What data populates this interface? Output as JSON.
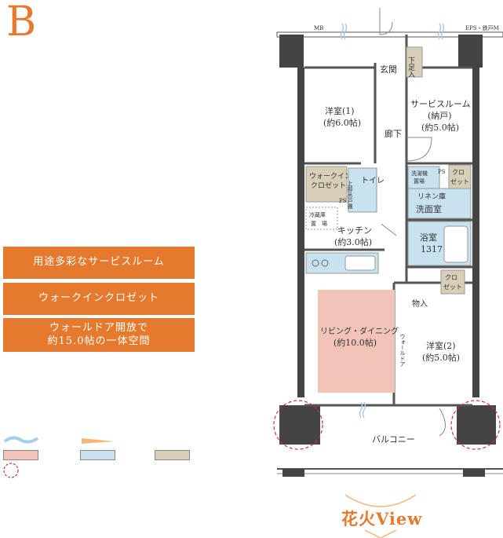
{
  "type_letter": "B",
  "features": [
    "用途多彩なサービスルーム",
    "ウォークインクロゼット",
    "ウォールドア開放で\n約15.0帖の一体空間"
  ],
  "colors": {
    "accent": "#e57a2e",
    "living_pink": "#f2c4b8",
    "water_blue": "#c9e2ef",
    "closet_beige": "#d8cfb9"
  },
  "plan": {
    "mb": "MB",
    "eps": "EPS・鉄戸M",
    "genkan": "玄関",
    "shoes": "下足入",
    "room1": "洋室(1)",
    "room1_size": "(約6.0帖)",
    "service": "サービスルーム",
    "service_sub": "(納戸)",
    "service_size": "(約5.0帖)",
    "corridor": "廊下",
    "wic1": "ウォークイン",
    "wic2": "クロゼット",
    "toilet": "トイレ",
    "upper1": "上部",
    "upper2": "吊戸棚",
    "ps": "PS",
    "ps2": "PS",
    "washer1": "洗濯機",
    "washer2": "置場",
    "closet1": "クロ",
    "closet2": "ゼット",
    "linen": "リネン庫",
    "washroom": "洗面室",
    "fridge1": "冷蔵庫",
    "fridge2": "置　場",
    "kitchen": "キッチン",
    "kitchen_size": "(約3.0帖)",
    "bath": "浴室",
    "bath_size": "1317",
    "closet3": "クロ",
    "closet4": "ゼット",
    "storage": "物入",
    "living": "リビング・ダイニング",
    "living_size": "(約10.0帖)",
    "wall_door": "ウォールドア",
    "room2": "洋室(2)",
    "room2_size": "(約5.0帖)",
    "balcony": "バルコニー"
  },
  "view_title": "花火View"
}
